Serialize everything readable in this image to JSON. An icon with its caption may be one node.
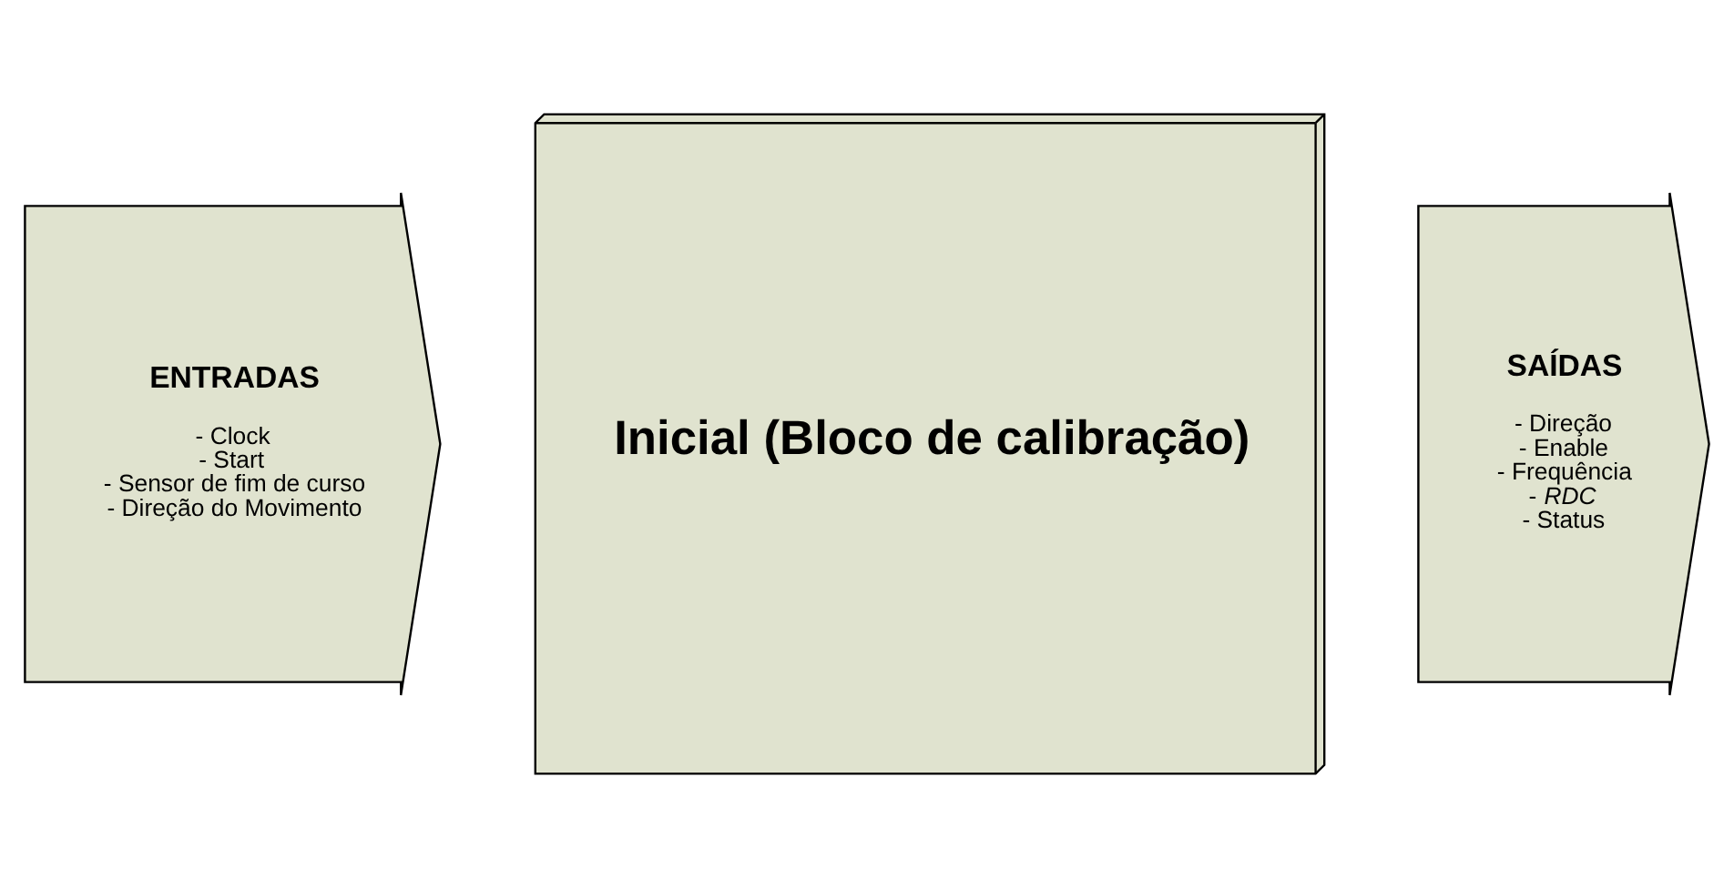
{
  "diagram": {
    "nodes": [
      {
        "text": [
          "ENTRADAS",
          "- Clock",
          "- Start",
          "- Sensor de fim de curso",
          "- Direção do Movimento"
        ]
      },
      {
        "text": [
          "Inicial (Bloco de calibração)"
        ]
      },
      {
        "text": [
          "SAÍDAS",
          "- Direção",
          "- Enable",
          "- Frequência",
          "- *RDC*",
          "- Status"
        ]
      }
    ]
  }
}
